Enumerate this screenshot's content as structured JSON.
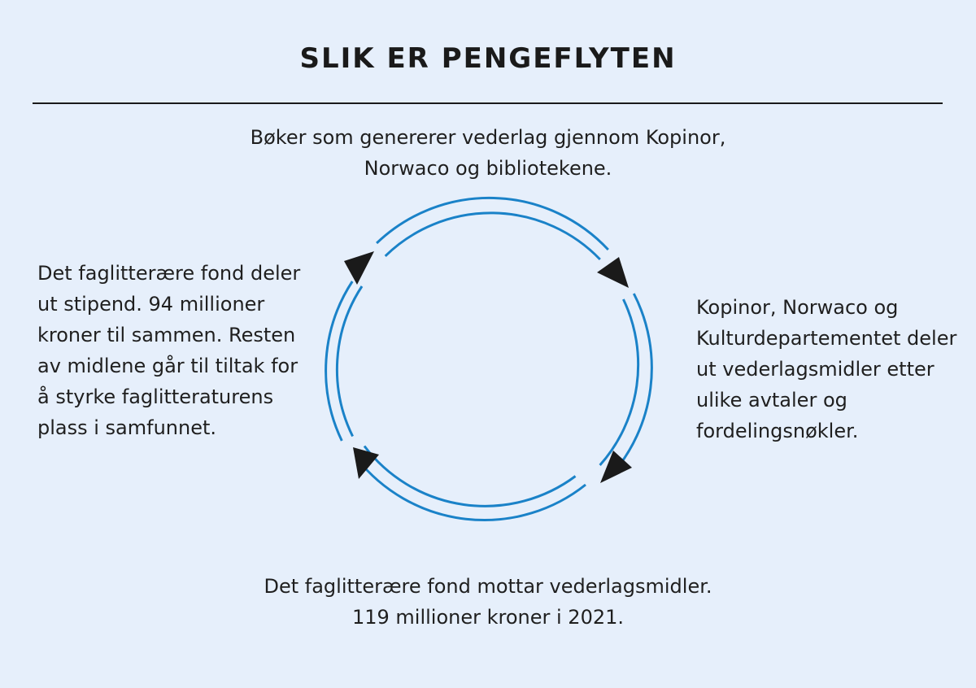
{
  "header": {
    "title": "SLIK ER PENGEFLYTEN"
  },
  "diagram": {
    "type": "cycle",
    "stroke_color": "#1a82c8",
    "arrow_color": "#1a1a1a",
    "background_color": "#e6effb",
    "steps": {
      "top": "Bøker som genererer vederlag gjennom Kopinor, Norwaco og bibliotekene.",
      "right": "Kopinor, Norwaco og Kulturdepartementet deler ut vederlagsmidler etter ulike avtaler og fordelingsnøkler.",
      "bottom": "Det faglitterære fond mottar vederlagsmidler. 119 millioner kroner i 2021.",
      "left": "Det faglitterære fond deler ut stipend. 94 millioner kroner til sammen. Resten av midlene går til tiltak for å styrke faglitteraturens plass i samfunnet."
    }
  }
}
